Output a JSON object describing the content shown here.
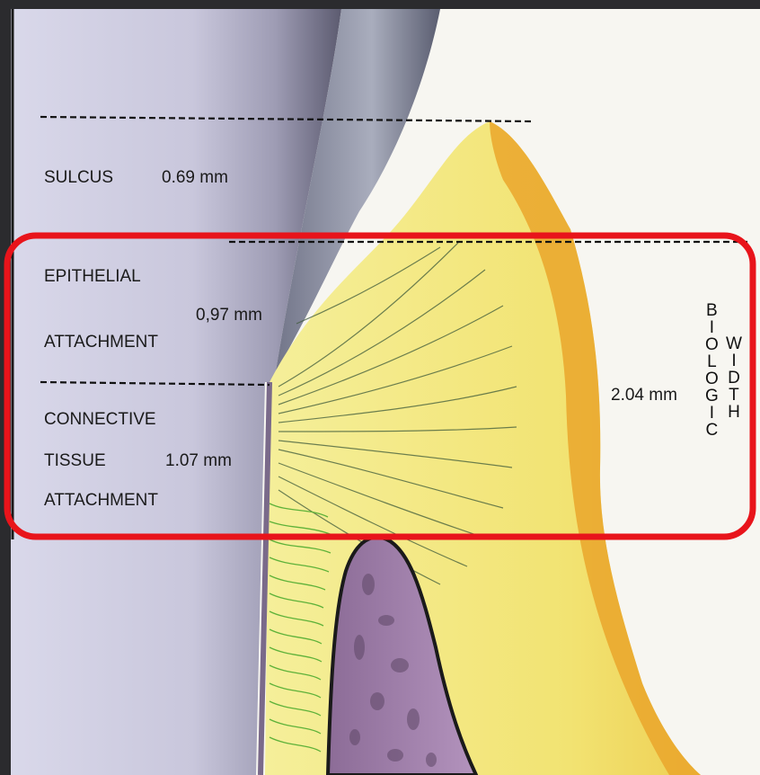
{
  "labels": {
    "sulcus": "SULCUS",
    "sulcus_value": "0.69 mm",
    "epithelial": "EPITHELIAL",
    "attachment_1": "ATTACHMENT",
    "epithelial_value": "0,97 mm",
    "connective": "CONNECTIVE",
    "tissue": "TISSUE",
    "connective_value": "1.07 mm",
    "attachment_2": "ATTACHMENT",
    "biologic_width_value": "2.04 mm",
    "biologic_letters": [
      "B",
      "I",
      "O",
      "L",
      "O",
      "G",
      "I",
      "C"
    ],
    "width_letters": [
      "W",
      "I",
      "D",
      "T",
      "H"
    ]
  },
  "colors": {
    "highlight_box": "#e8141b",
    "tooth": "#cfcde2",
    "enamel": "#8f93a6",
    "gingiva": "#f2e57d",
    "gingiva_edge": "#e6a12a",
    "bone": "#9d7ba7",
    "periodontal_ligament": "#7cc94a"
  }
}
